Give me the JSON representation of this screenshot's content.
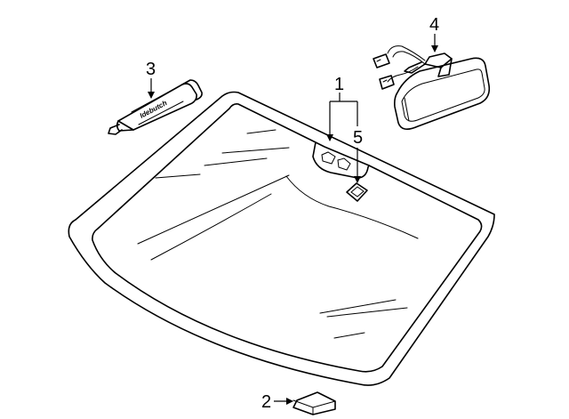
{
  "callouts": [
    {
      "number": "1",
      "part": "windshield"
    },
    {
      "number": "2",
      "part": "spacer-block"
    },
    {
      "number": "3",
      "part": "sealant-tube"
    },
    {
      "number": "4",
      "part": "rearview-mirror"
    },
    {
      "number": "5",
      "part": "mirror-mount-button"
    }
  ],
  "tube_label": "Idebutch"
}
